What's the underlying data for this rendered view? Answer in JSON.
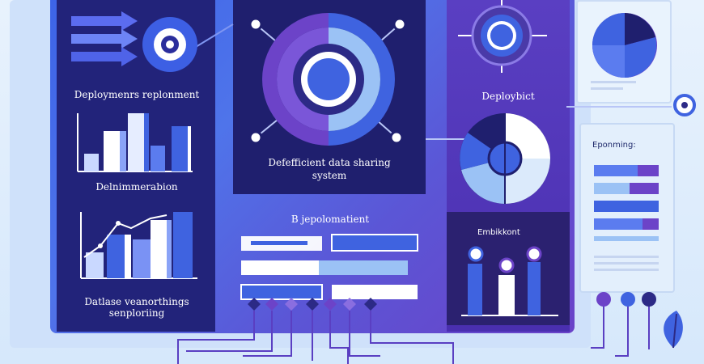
{
  "labels": {
    "left_top": "Deploymenrs replonment",
    "left_mid": "Delnimmerabion",
    "left_bottom_l1": "Datlase veanorthings",
    "left_bottom_l2": "senploriing",
    "center_caption_l1": "Defefficient data sharing",
    "center_caption_l2": "system",
    "center_lower": "B jepolomatient",
    "right_top": "Deploybict",
    "right_mid": "Embikkont",
    "far_right": "Eponming:"
  },
  "colors": {
    "navy": "#1f1f66",
    "indigo": "#2c2a86",
    "purple": "#6c43c8",
    "blue": "#3f63e0",
    "light_blue": "#9bc2f5",
    "pale": "#dbeafb"
  },
  "icons": [
    "arrow-icon",
    "target-icon",
    "donut-chart-icon",
    "crosshair-icon",
    "pie-chart-icon",
    "pin-icon",
    "leaf-icon"
  ]
}
